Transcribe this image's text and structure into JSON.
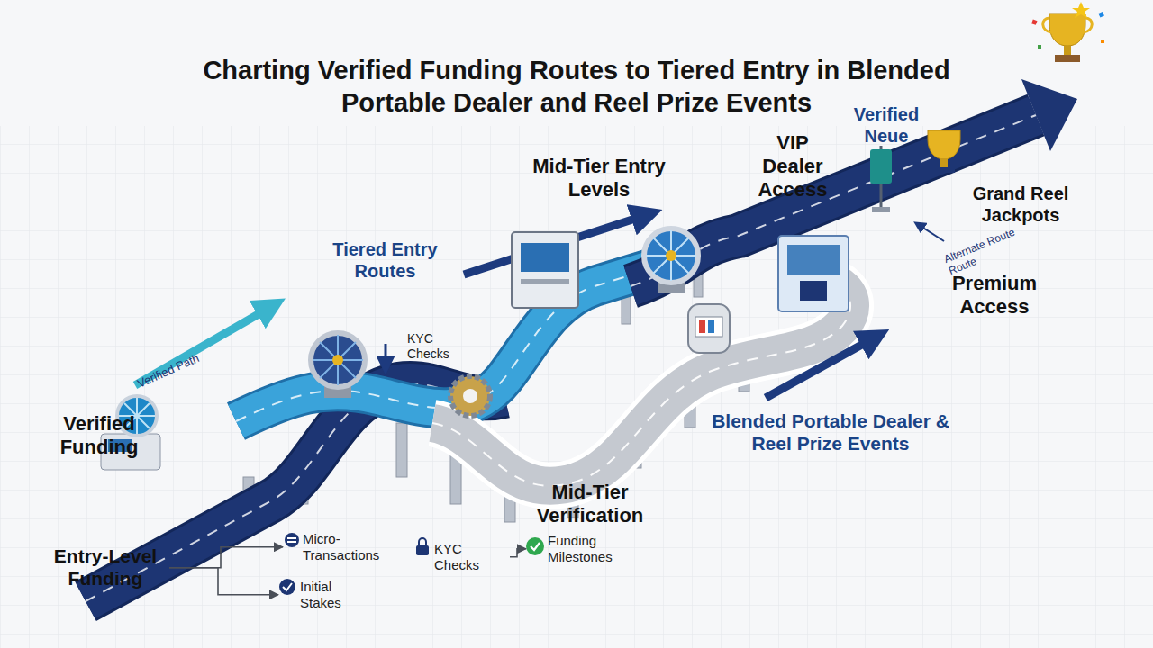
{
  "diagram": {
    "title": "Charting Verified Funding Routes to Tiered Entry in Blended Portable Dealer and Reel Prize Events",
    "nodes": [
      {
        "text": [
          "Entry-Level Funding"
        ]
      },
      {
        "text": [
          "Micro-Transactions"
        ]
      },
      {
        "text": [
          "KYC Checks"
        ]
      },
      {
        "text": [
          "Funding Milestones"
        ]
      },
      {
        "text": [
          "Initial Stakes"
        ]
      }
    ],
    "edges": [
      {
        "from": 0,
        "to": 1,
        "arrow": "to"
      },
      {
        "from": 0,
        "to": 4,
        "arrow": "to"
      },
      {
        "from": 2,
        "to": 3,
        "arrow": "to"
      }
    ],
    "labels": [
      "Verified Path",
      "Verified Funding",
      "Tiered Entry Routes",
      "KYC Checks",
      "Mid-Tier Entry Levels",
      "VIP Dealer Access",
      "Verified Neue",
      "Grand Reel Jackpots",
      "Alternate Route Route",
      "Premium Access",
      "Blended Portable Dealer & Reel Prize Events",
      "Mid-Tier Verification"
    ]
  }
}
